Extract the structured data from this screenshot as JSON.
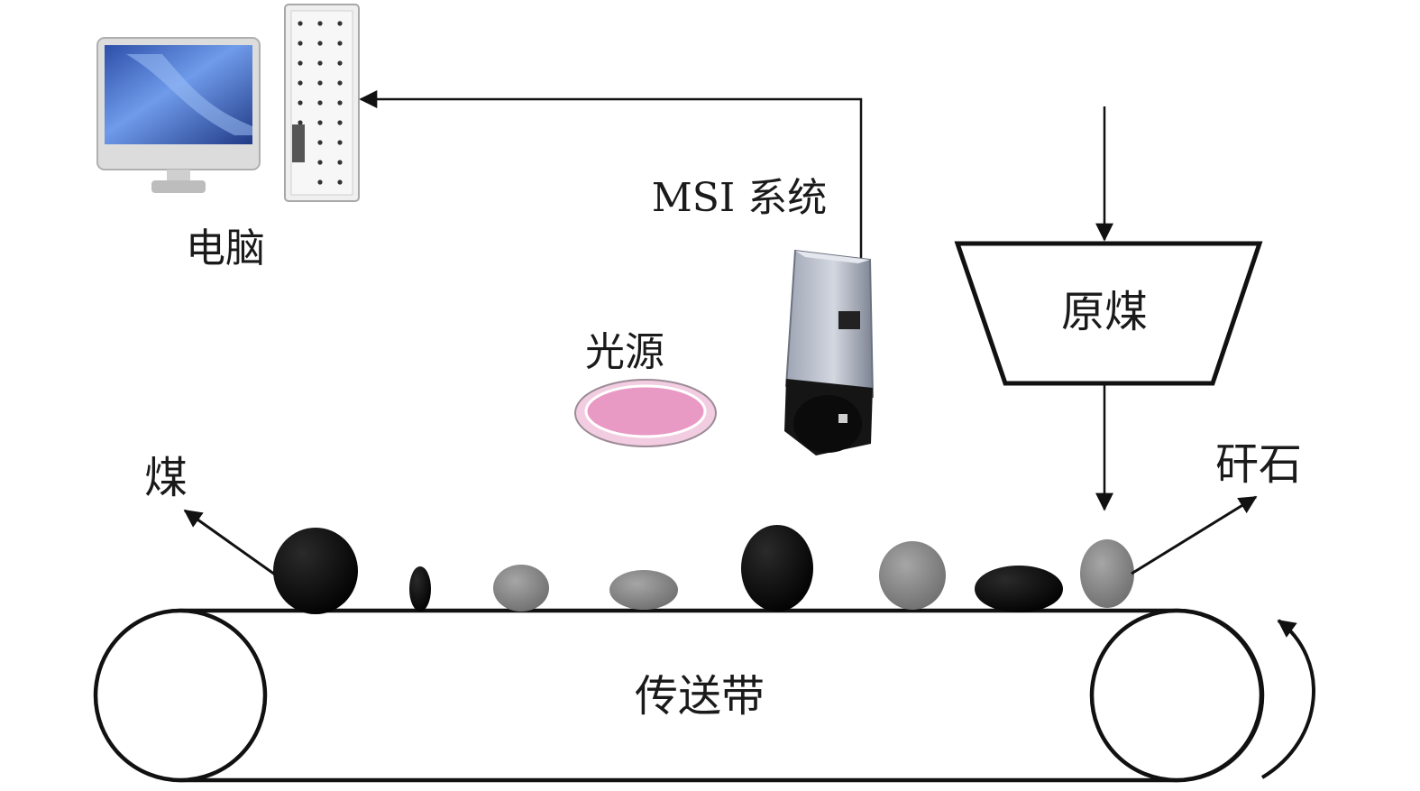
{
  "labels": {
    "computer": "电脑",
    "msi_system": "MSI 系统",
    "light_source": "光源",
    "raw_coal": "原煤",
    "coal": "煤",
    "gangue": "矸石",
    "conveyor": "传送带"
  },
  "colors": {
    "line": "#111111",
    "coal": "#0c0c0c",
    "gangue": "#8e8e8e",
    "light_source_glow": "#e99ac4"
  }
}
